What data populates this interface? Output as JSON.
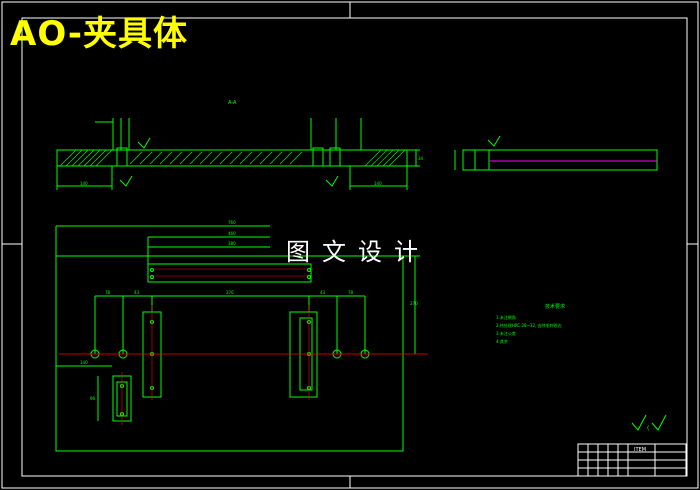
{
  "drawing": {
    "title": "AO-夹具体",
    "watermark": "图文设计",
    "section_label": "A-A",
    "tb_title": "ITEM",
    "dims": {
      "top_left": "140",
      "top_right": "140",
      "side": "34",
      "upper_w1": "760",
      "upper_w2": "460",
      "upper_w3": "380",
      "plan_a": "78",
      "plan_b": "43",
      "plan_mid": "376",
      "plan_c": "43",
      "plan_d": "78",
      "plan_h": "270",
      "left_small": "140",
      "left_small2": "96"
    },
    "notes": {
      "heading": "技术要求",
      "line1": "1.未注倒角",
      "line2": "2.热处理HRC 28~32, 去除毛刺锐边",
      "line3": "3.未注公差",
      "line4": "4.其余"
    },
    "colors": {
      "background": "#000000",
      "frame": "#ffffff",
      "geometry": "#00ff00",
      "centerline": "#ff0000",
      "hidden": "#ff00ff",
      "title": "#ffff00"
    }
  }
}
